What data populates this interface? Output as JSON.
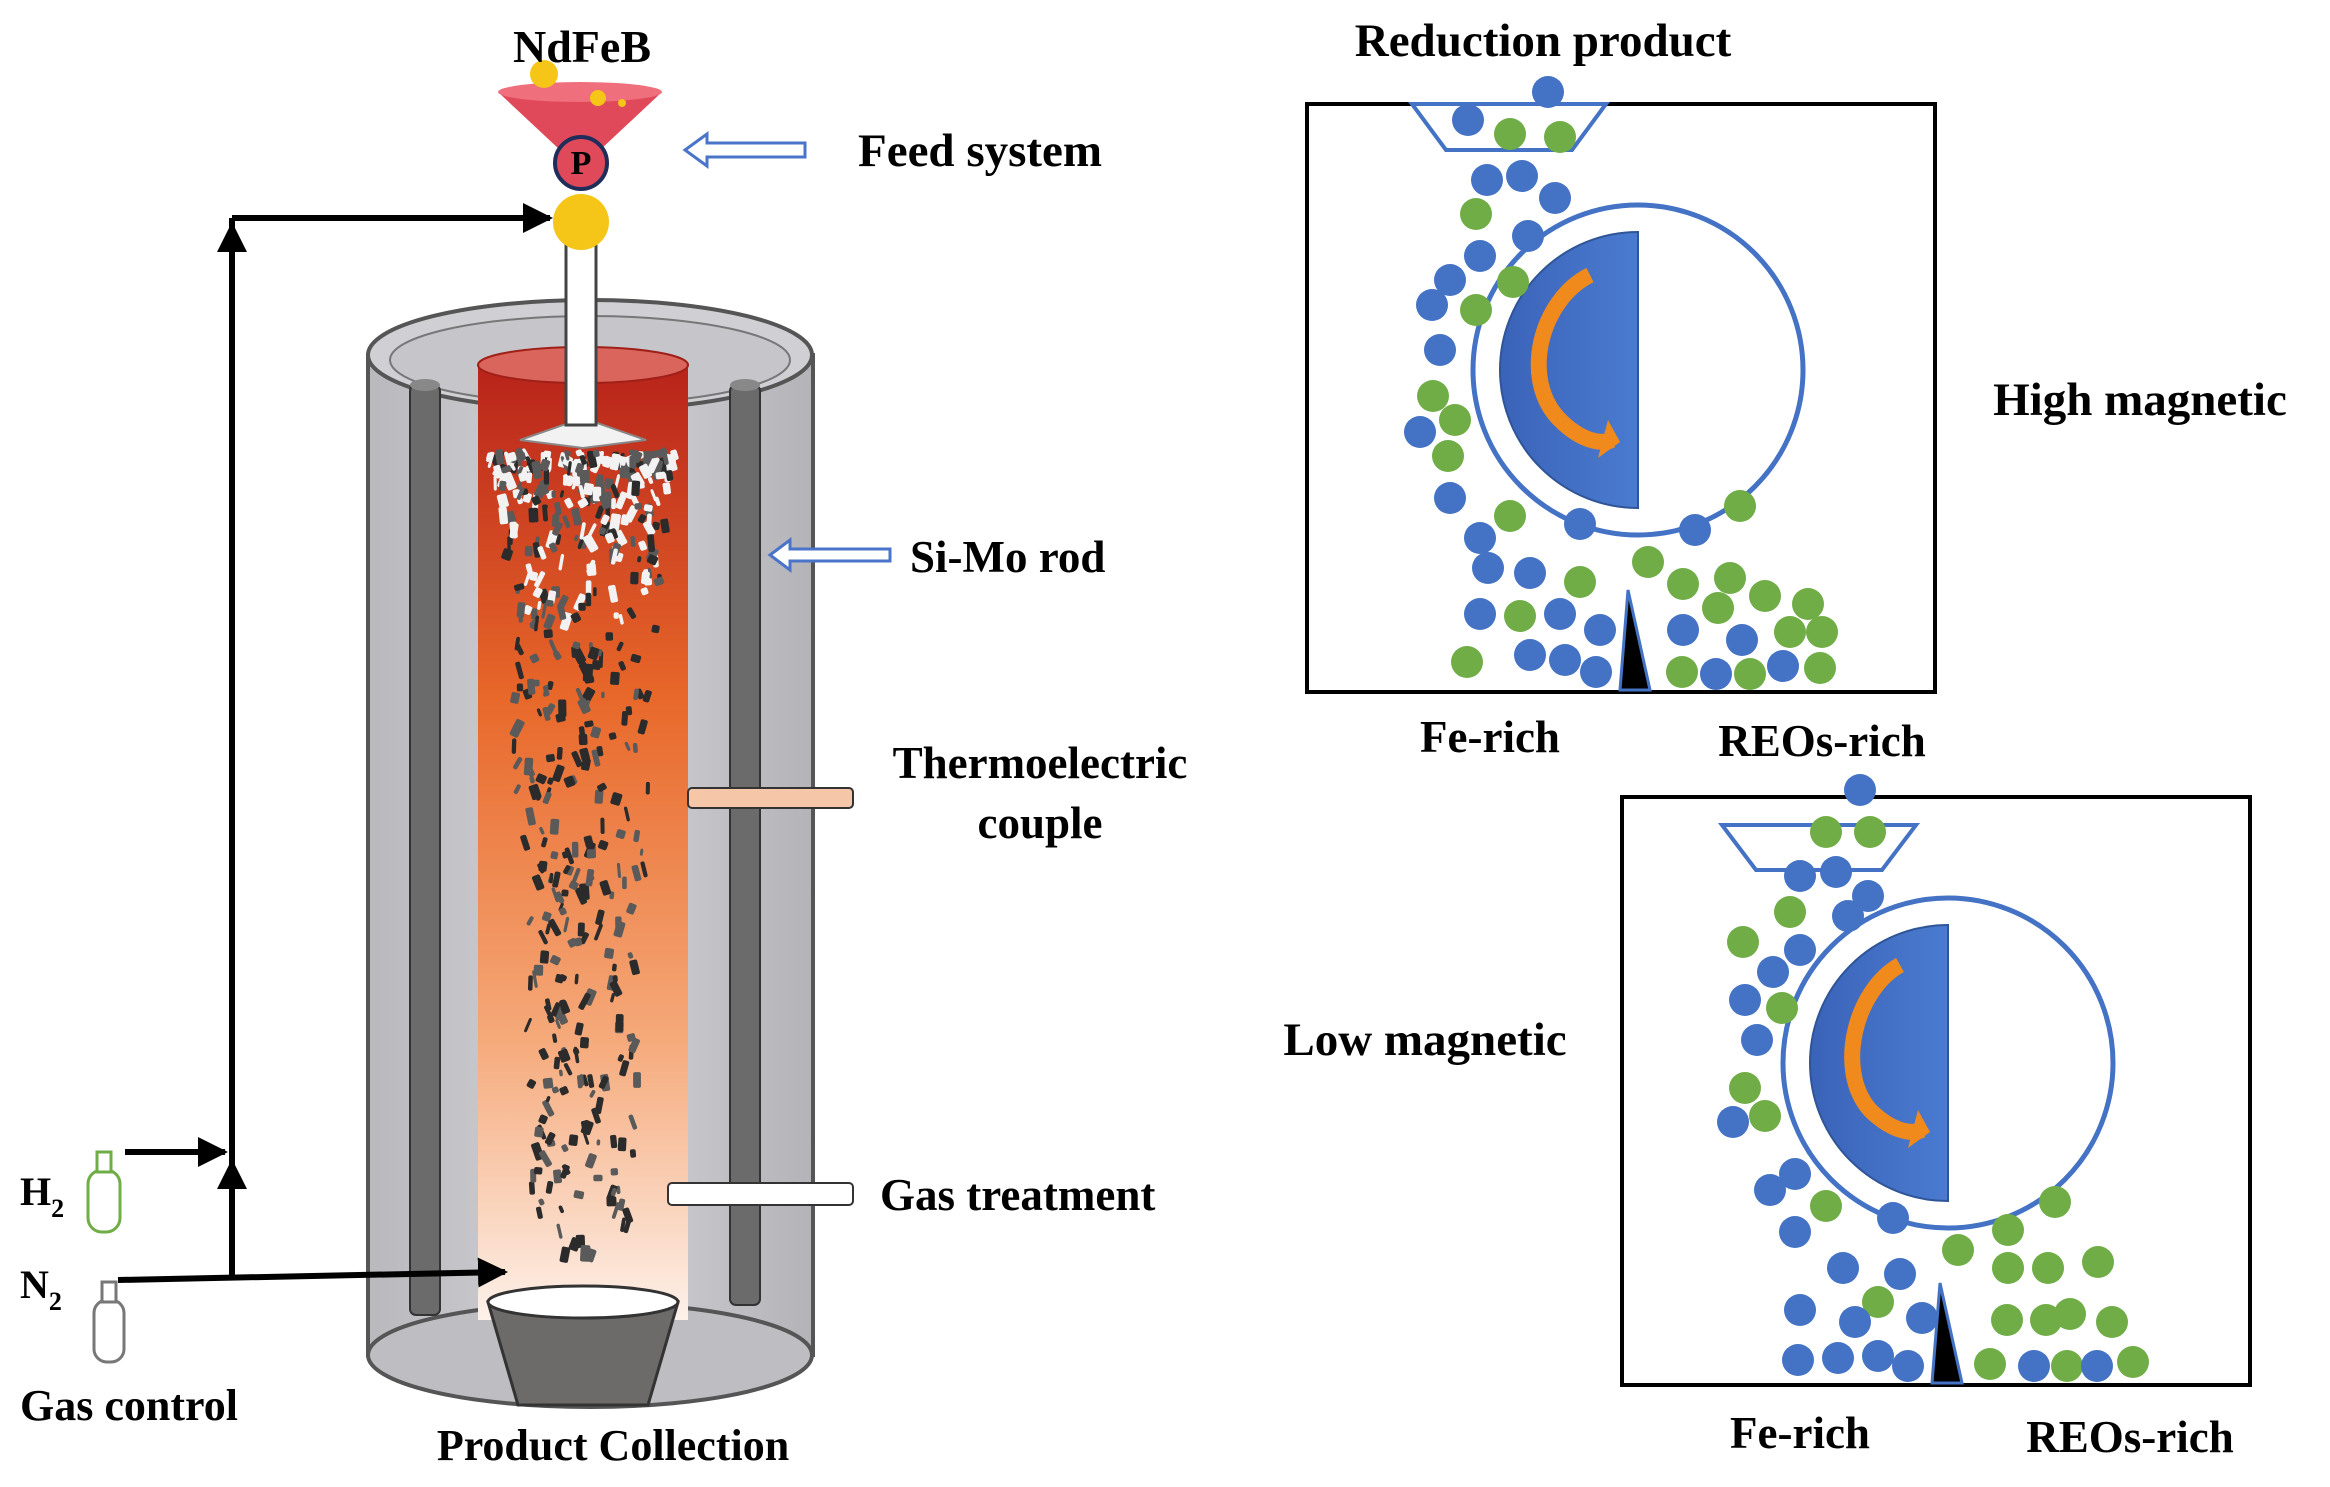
{
  "labels": {
    "ndfeb": "NdFeB",
    "pump": "P",
    "feed_system": "Feed system",
    "si_mo_rod": "Si-Mo rod",
    "thermoelectric_1": "Thermoelectric",
    "thermoelectric_2": "couple",
    "gas_treatment": "Gas treatment",
    "product_collection": "Product Collection",
    "gas_control": "Gas control",
    "h2_main": "H",
    "h2_sub": "2",
    "n2_main": "N",
    "n2_sub": "2",
    "reduction_product": "Reduction product",
    "high_magnetic": "High magnetic",
    "low_magnetic": "Low magnetic",
    "fe_rich_top": "Fe-rich",
    "reos_rich_top": "REOs-rich",
    "fe_rich_bottom": "Fe-rich",
    "reos_rich_bottom": "REOs-rich"
  },
  "colors": {
    "fe_particle": "#4472c4",
    "reo_particle": "#70ad47",
    "furnace_hot": "#c0281e",
    "furnace_mid": "#ee7b2c",
    "furnace_cool": "#fdf1ea",
    "funnel": "#e0495a",
    "drum_outline": "#4472c4",
    "magnet": "#4472c4",
    "rotation_arrow": "#f08a1c"
  },
  "icons": {
    "h2_cylinder": "gas-cylinder-icon",
    "n2_cylinder": "gas-cylinder-icon",
    "feed_arrow": "hollow-arrow-left-icon",
    "rod_arrow": "hollow-arrow-left-icon",
    "rotation": "curved-arrow-icon"
  }
}
